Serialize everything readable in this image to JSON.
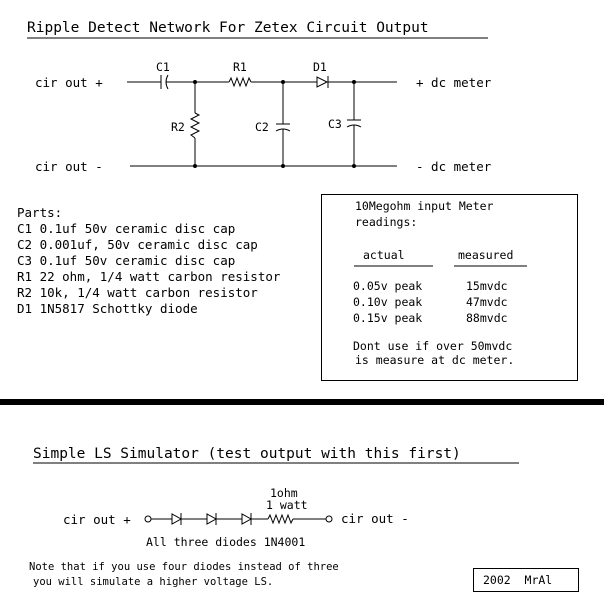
{
  "ripple": {
    "title": "Ripple Detect Network For Zetex Circuit Output",
    "labels": {
      "cir_out_plus": "cir out +",
      "cir_out_minus": "cir out -",
      "dc_meter_plus": "+ dc meter",
      "dc_meter_minus": "- dc meter",
      "c1": "C1",
      "r1": "R1",
      "d1": "D1",
      "r2": "R2",
      "c2": "C2",
      "c3": "C3"
    },
    "parts": {
      "heading": "Parts:",
      "items": [
        "C1 0.1uf 50v ceramic disc cap",
        "C2 0.001uf, 50v ceramic disc cap",
        "C3 0.1uf 50v ceramic disc cap",
        "R1 22 ohm, 1/4 watt carbon resistor",
        "R2 10k, 1/4 watt carbon resistor",
        "D1 1N5817 Schottky diode"
      ]
    },
    "meter_box": {
      "heading_line1": "10Megohm input Meter",
      "heading_line2": "readings:",
      "col_actual": "actual",
      "col_measured": "measured",
      "rows": [
        {
          "actual": "0.05v peak",
          "measured": "15mvdc"
        },
        {
          "actual": "0.10v peak",
          "measured": "47mvdc"
        },
        {
          "actual": "0.15v peak",
          "measured": "88mvdc"
        }
      ],
      "note_line1": "Dont use if over 50mvdc",
      "note_line2": "is measure at dc meter."
    }
  },
  "ls_sim": {
    "title": "Simple LS Simulator (test output with this first)",
    "cir_out_plus": "cir out +",
    "cir_out_minus": "cir out -",
    "resistor_value": "1ohm",
    "resistor_watt": "1 watt",
    "diodes_note": "All three diodes 1N4001",
    "footnote_line1": "Note that if you use four diodes instead of three",
    "footnote_line2": "you will simulate a higher voltage LS.",
    "credit": "2002  MrAl"
  }
}
